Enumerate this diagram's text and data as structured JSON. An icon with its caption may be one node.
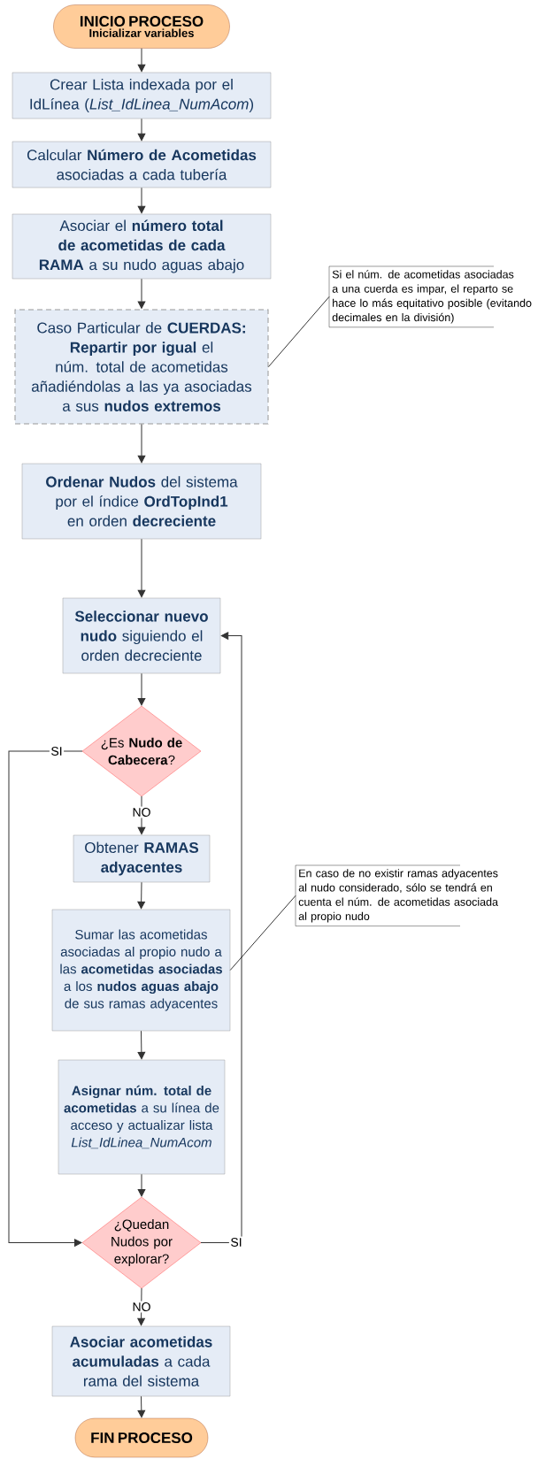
{
  "diagram": {
    "nodes": [
      {
        "text": [
          "INICIO PROCESO",
          "Inicializar variables"
        ]
      },
      {
        "text": [
          "Crear Lista indexada por el IdLínea (*List_IdLinea_NumAcom*)"
        ]
      },
      {
        "text": [
          "Calcular **Número de Acometidas** asociadas a cada tubería"
        ]
      },
      {
        "text": [
          "Asociar el **número total de acometidas de cada RAMA** a su nudo aguas abajo"
        ]
      },
      {
        "text": [
          "Caso Particular de **CUERDAS: Repartir por igual** el núm. total de acometidas añadiéndolas a las ya asociadas a sus **nudos extremos**"
        ]
      },
      {
        "text": [
          "Si el núm. de acometidas asociadas a una cuerda es impar, el reparto se hace lo más equitativo posible (evitando decimales en la división)"
        ]
      },
      {
        "text": [
          "**Ordenar Nudos** del sistema por el índice **OrdTopInd1** en orden **decreciente**"
        ]
      },
      {
        "text": [
          "**Seleccionar nuevo nudo** siguiendo el orden decreciente"
        ]
      },
      {
        "text": [
          "¿Es **Nudo de Cabecera**?"
        ]
      },
      {
        "text": [
          "Obtener **RAMAS adyacentes**"
        ]
      },
      {
        "text": [
          "Sumar las acometidas asociadas al propio nudo a las **acometidas asociadas** a los **nudos aguas abajo** de sus ramas adyacentes"
        ]
      },
      {
        "text": [
          "En caso de no existir ramas adyacentes al nudo considerado, sólo se tendrá en cuenta el núm. de acometidas asociada al propio nudo"
        ]
      },
      {
        "text": [
          "**Asignar núm. total de acometidas** a su línea de acceso y actualizar lista *List_IdLinea_NumAcom*"
        ]
      },
      {
        "text": [
          "¿Quedan Nudos por explorar?"
        ]
      },
      {
        "text": [
          "**Asociar acometidas acumuladas** a cada rama del sistema"
        ]
      },
      {
        "text": [
          "FIN PROCESO"
        ]
      }
    ],
    "edges": [
      {
        "from": 0,
        "to": 1,
        "arrow": "to"
      },
      {
        "from": 1,
        "to": 2,
        "arrow": "to"
      },
      {
        "from": 2,
        "to": 3,
        "arrow": "to"
      },
      {
        "from": 3,
        "to": 4,
        "arrow": "to"
      },
      {
        "from": 4,
        "to": 6,
        "arrow": "to"
      },
      {
        "from": 6,
        "to": 7,
        "arrow": "to"
      },
      {
        "from": 7,
        "to": 8,
        "arrow": "to"
      },
      {
        "from": 8,
        "to": 9,
        "arrow": "to",
        "label": "NO"
      },
      {
        "from": 9,
        "to": 10,
        "arrow": "to"
      },
      {
        "from": 10,
        "to": 12,
        "arrow": "to"
      },
      {
        "from": 12,
        "to": 13,
        "arrow": "to"
      },
      {
        "from": 13,
        "to": 14,
        "arrow": "to",
        "label": "NO"
      },
      {
        "from": 14,
        "to": 15,
        "arrow": "to"
      },
      {
        "from": 8,
        "to": 13,
        "arrow": "to",
        "label": "SI"
      },
      {
        "from": 13,
        "to": 7,
        "arrow": "to",
        "label": "SI"
      },
      {
        "from": 5,
        "to": 4,
        "arrow": "none"
      },
      {
        "from": 11,
        "to": 10,
        "arrow": "none"
      }
    ]
  }
}
